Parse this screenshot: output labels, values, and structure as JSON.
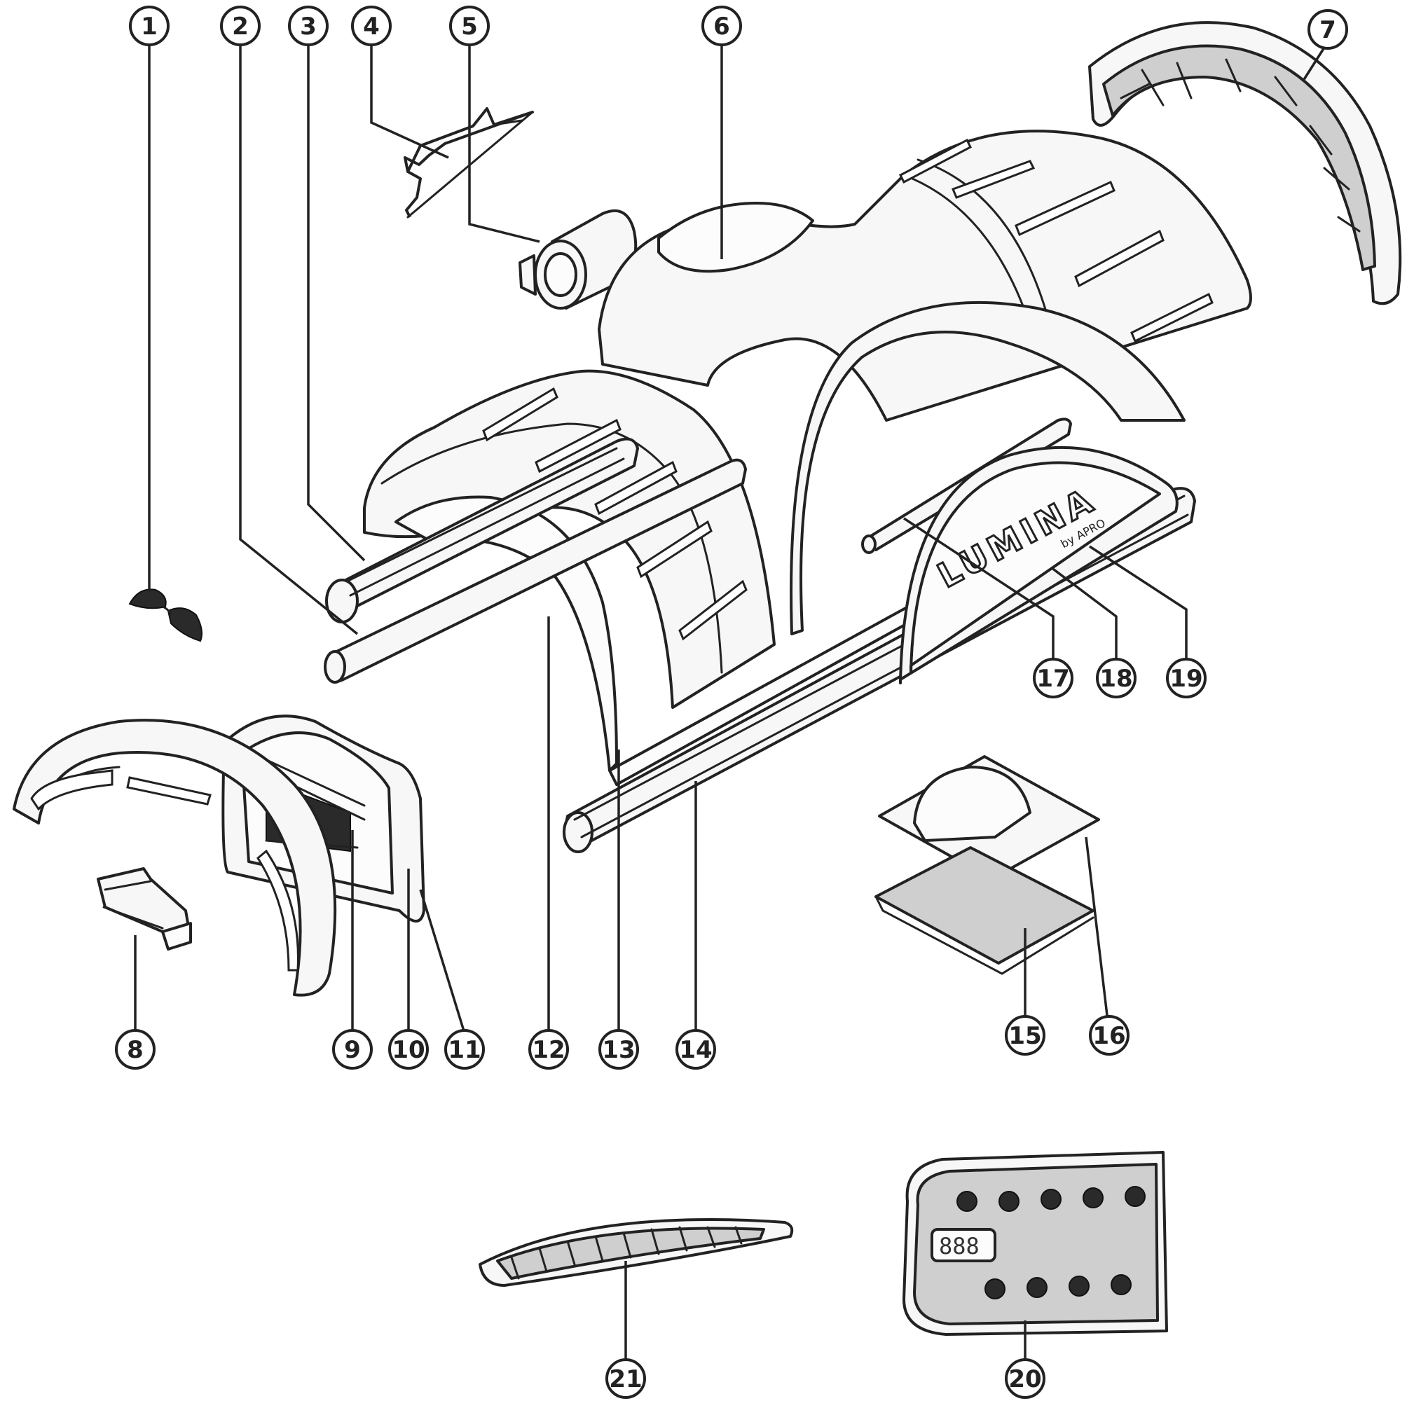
{
  "callouts": [
    {
      "label": "1"
    },
    {
      "label": "2"
    },
    {
      "label": "3"
    },
    {
      "label": "4"
    },
    {
      "label": "5"
    },
    {
      "label": "6"
    },
    {
      "label": "7"
    },
    {
      "label": "8"
    },
    {
      "label": "9"
    },
    {
      "label": "10"
    },
    {
      "label": "11"
    },
    {
      "label": "12"
    },
    {
      "label": "13"
    },
    {
      "label": "14"
    },
    {
      "label": "15"
    },
    {
      "label": "16"
    },
    {
      "label": "17"
    },
    {
      "label": "18"
    },
    {
      "label": "19"
    },
    {
      "label": "20"
    },
    {
      "label": "21"
    }
  ],
  "brand": {
    "name": "LUMINA",
    "by": "by",
    "maker": "APRO"
  },
  "control_panel": {
    "display": "888"
  }
}
